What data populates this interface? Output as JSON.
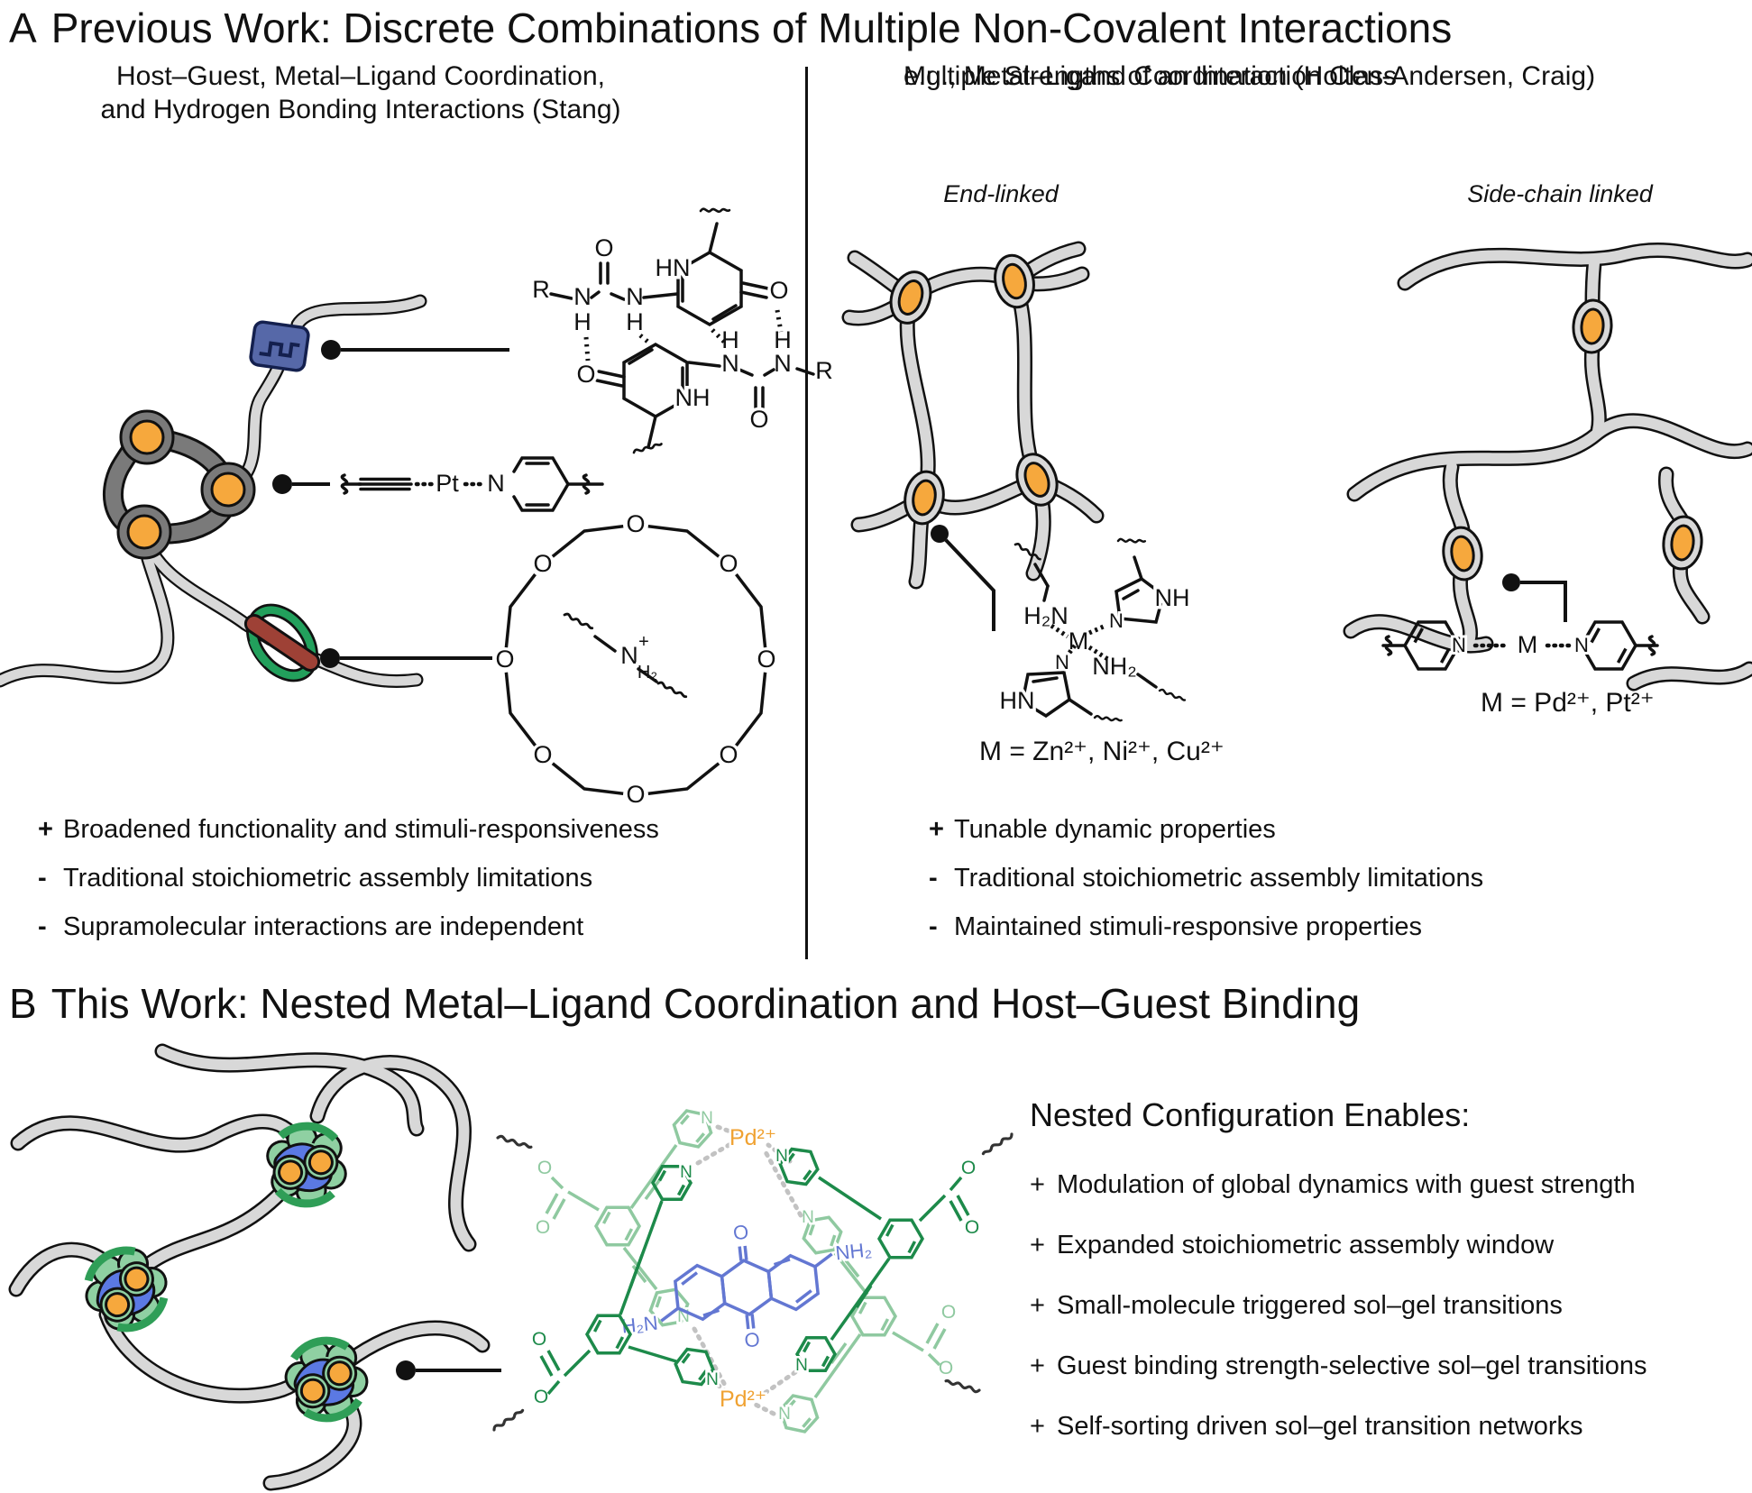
{
  "panel_a": {
    "label": "A",
    "title": "Previous Work: Discrete Combinations of Multiple Non-Covalent Interactions",
    "left": {
      "subtitle_line1": "Host–Guest, Metal–Ligand Coordination,",
      "subtitle_line2": "and Hydrogen Bonding Interactions (Stang)",
      "points": [
        {
          "sign": "+",
          "text": "Broadened functionality and stimuli-responsiveness"
        },
        {
          "sign": "-",
          "text": "Traditional stoichiometric assembly limitations"
        },
        {
          "sign": "-",
          "text": "Supramolecular interactions are independent"
        }
      ]
    },
    "right": {
      "subtitle_line1": "Multiple Strengths of an Interaction Class",
      "subtitle_line2": "e.g., Metal–Ligand Coordination (Holten-Andersen, Craig)",
      "end_linked_label": "End-linked",
      "side_chain_label": "Side-chain linked",
      "metals_end_linked": "M = Zn²⁺, Ni²⁺, Cu²⁺",
      "metals_side_chain": "M = Pd²⁺, Pt²⁺",
      "points": [
        {
          "sign": "+",
          "text": "Tunable dynamic properties"
        },
        {
          "sign": "-",
          "text": "Traditional stoichiometric assembly limitations"
        },
        {
          "sign": "-",
          "text": "Maintained stimuli-responsive properties"
        }
      ]
    }
  },
  "panel_b": {
    "label": "B",
    "title": "This Work: Nested Metal–Ligand Coordination and Host–Guest Binding",
    "heading": "Nested Configuration Enables:",
    "points": [
      {
        "sign": "+",
        "text": "Modulation of global dynamics with guest strength"
      },
      {
        "sign": "+",
        "text": "Expanded stoichiometric assembly window"
      },
      {
        "sign": "+",
        "text": "Small-molecule triggered sol–gel transitions"
      },
      {
        "sign": "+",
        "text": "Guest binding strength-selective sol–gel transitions"
      },
      {
        "sign": "+",
        "text": "Self-sorting driven sol–gel transition networks"
      }
    ],
    "pd_label": "Pd²⁺"
  },
  "chem_labels": {
    "R": "R",
    "O": "O",
    "N": "N",
    "H": "H",
    "HN": "HN",
    "NH": "NH",
    "H2N": "H₂N",
    "NH2": "NH₂",
    "H2": "H₂",
    "plus": "+",
    "Pt": "Pt",
    "M": "M"
  },
  "colors": {
    "orange": "#F6A83D",
    "dark_gray": "#7A7A7A",
    "light_gray": "#D8D8D8",
    "blue_square": "#5668A8",
    "green_ring": "#22A05C",
    "red_rod": "#9E4136",
    "cage_green_dark": "#1D8A4A",
    "cage_green_light": "#8FC9A0",
    "guest_blue": "#6377D2",
    "pd_orange": "#F0A232",
    "rosette_green": "#8FD0A2",
    "rosette_blue": "#5B79E3"
  }
}
